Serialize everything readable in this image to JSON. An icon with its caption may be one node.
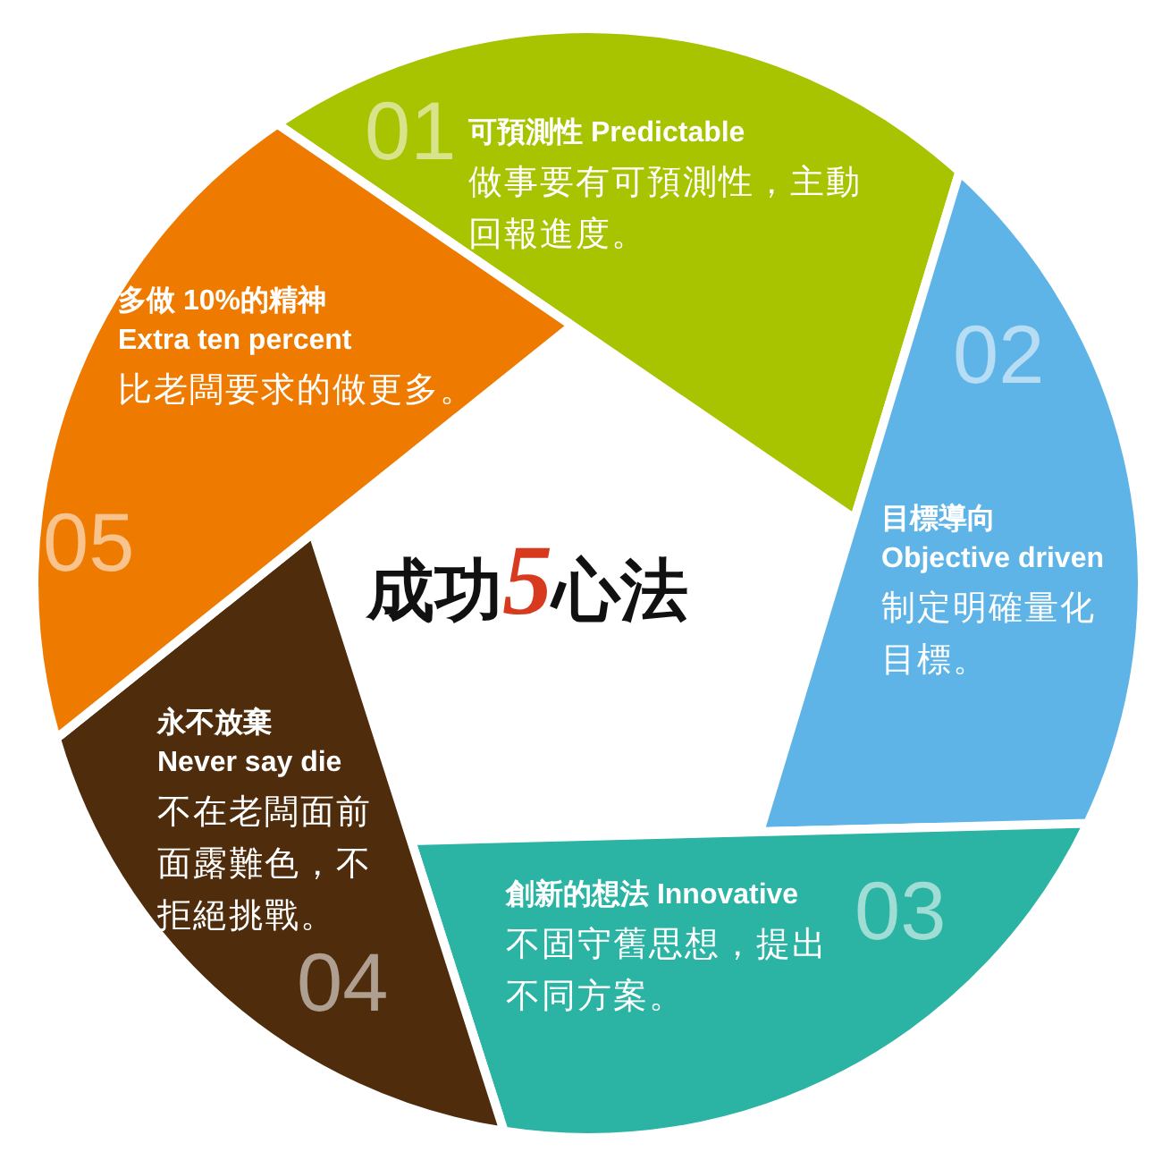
{
  "diagram": {
    "title": "成功5心法",
    "nodes": [
      {
        "text": [
          "01",
          "可預測性 Predictable",
          "做事要有可預測性，主動回報進度。"
        ]
      },
      {
        "text": [
          "02",
          "目標導向",
          "Objective driven",
          "制定明確量化目標。"
        ]
      },
      {
        "text": [
          "創新的想法 Innovative",
          "不固守舊思想，提出不同方案。",
          "03"
        ]
      },
      {
        "text": [
          "永不放棄",
          "Never say die",
          "不在老闆面前面露難色，不拒絕挑戰。",
          "04"
        ]
      },
      {
        "text": [
          "多做 10%的精神",
          "Extra ten percent",
          "比老闆要求的做更多。",
          "05"
        ]
      }
    ]
  }
}
